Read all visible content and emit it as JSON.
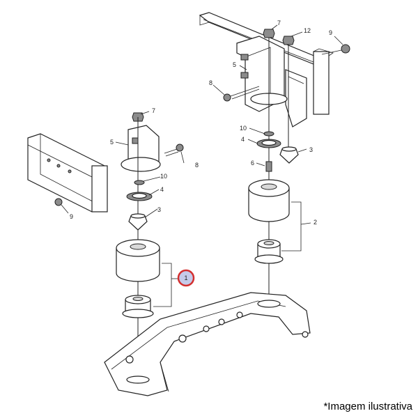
{
  "callouts": {
    "c1": "1",
    "c2": "2",
    "c3a": "3",
    "c3b": "3",
    "c4a": "4",
    "c4b": "4",
    "c5a": "5",
    "c5b": "5",
    "c6": "6",
    "c7a": "7",
    "c7b": "7",
    "c8a": "8",
    "c8b": "8",
    "c9a": "9",
    "c9b": "9",
    "c10a": "10",
    "c10b": "10",
    "c12": "12"
  },
  "highlight_color": "#d32f2f",
  "highlight_fill": "#c5cae9",
  "caption": "*Imagem ilustrativa"
}
